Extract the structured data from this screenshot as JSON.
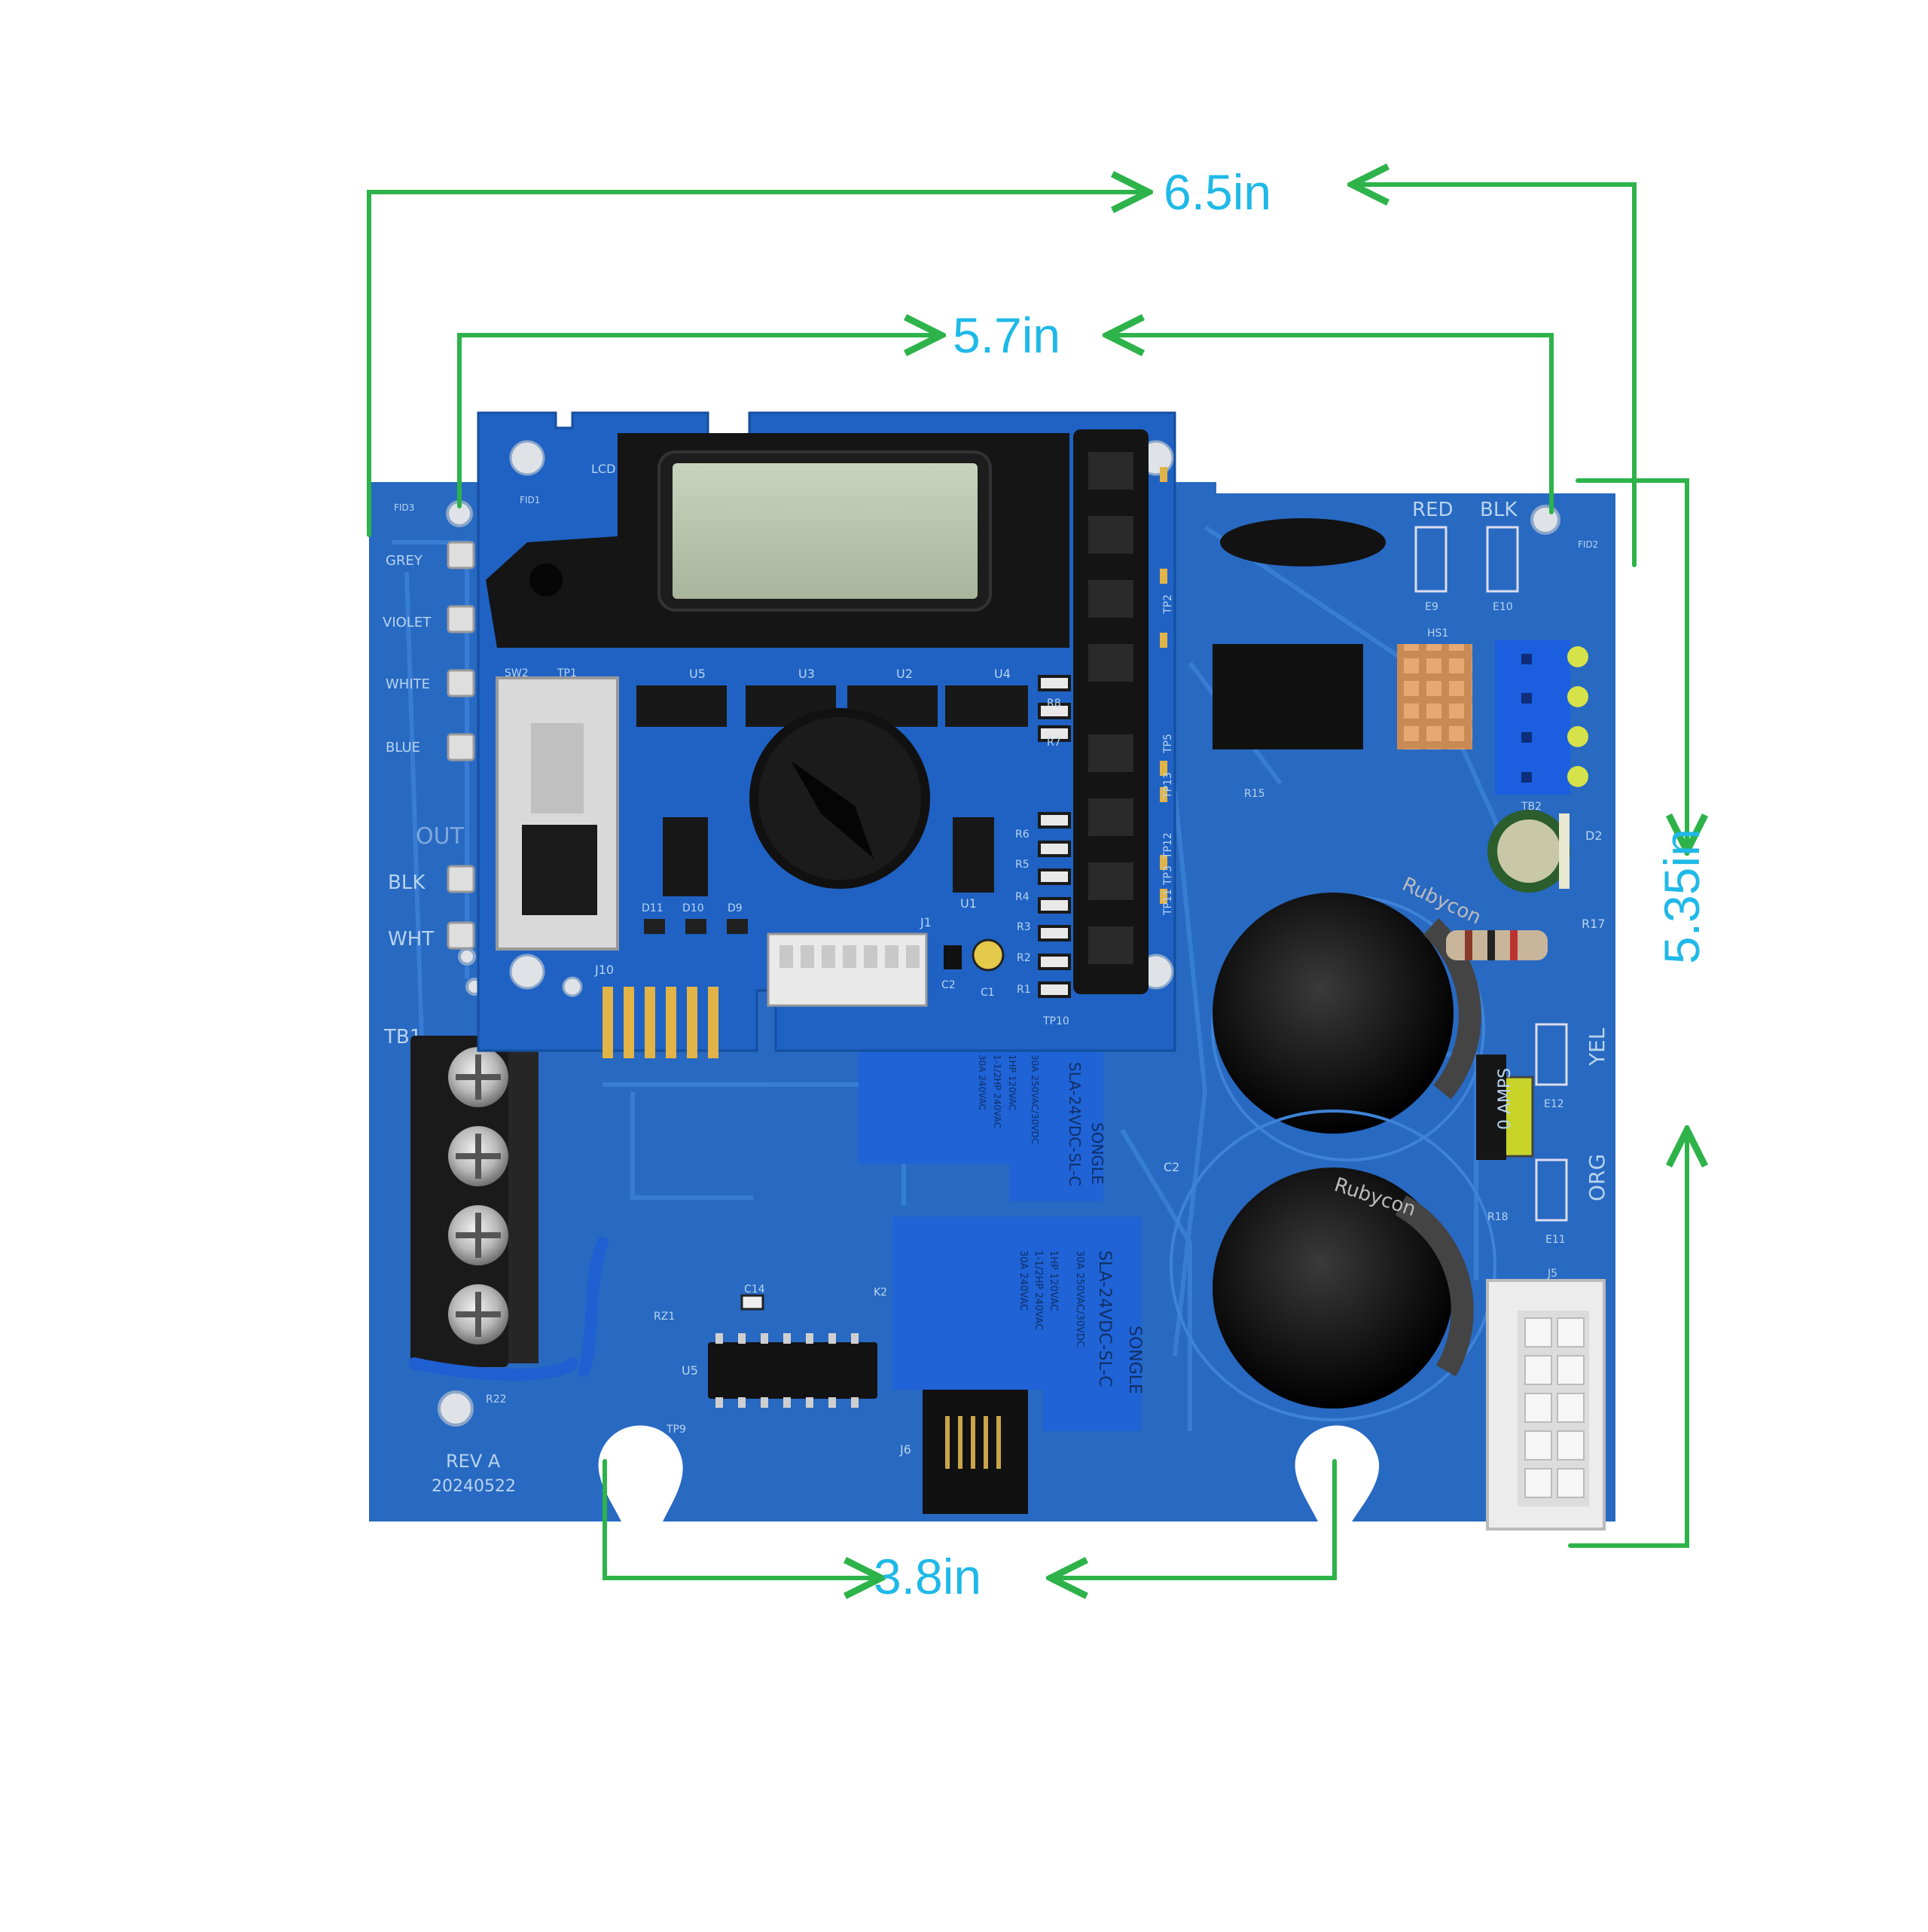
{
  "colors": {
    "dimension_line": "#2db34a",
    "dimension_text": "#1fb9e8",
    "pcb_blue": "#2769c4",
    "pcb_blue_dark": "#1c56a8",
    "pcb_blue_light": "#3d87dc"
  },
  "dimensions": {
    "top_outer": "6.5in",
    "top_inner": "5.7in",
    "right": "5.35in",
    "bottom": "3.8in"
  },
  "board": {
    "wire_labels": [
      "GREY",
      "VIOLET",
      "WHITE",
      "BLUE",
      "OUT",
      "BLK",
      "WHT"
    ],
    "rev_label": "REV A",
    "rev_date": "20240522",
    "test_points": [
      "TP1",
      "TP9",
      "TP10",
      "TP5",
      "TP13",
      "TP12",
      "TP11",
      "TP3",
      "TP2"
    ],
    "silkscreen": {
      "lcd": "LCD",
      "fid1": "FID1",
      "fid2": "FID2",
      "fid3": "FID3",
      "sw2": "SW2",
      "j10": "J10",
      "j1": "J1",
      "j5": "J5",
      "j6": "J6",
      "u1": "U1",
      "u2": "U2",
      "u3": "U3",
      "u4": "U4",
      "u5": "U5",
      "u5b": "U5",
      "c1": "C1",
      "c2": "C2",
      "c2b": "C2",
      "c14": "C14",
      "d9": "D9",
      "d10": "D10",
      "d11": "D11",
      "d2": "D2",
      "r1": "R1",
      "r2": "R2",
      "r3": "R3",
      "r4": "R4",
      "r5": "R5",
      "r6": "R6",
      "r7": "R7",
      "r8": "R8",
      "r15": "R15",
      "r17": "R17",
      "r18": "R18",
      "r22": "R22",
      "rz1": "RZ1",
      "hs1": "HS1",
      "tb1": "TB1",
      "tb2": "TB2",
      "k2": "K2",
      "e9": "E9",
      "e10": "E10",
      "e11": "E11",
      "e12": "E12",
      "red": "RED",
      "blk": "BLK",
      "yel": "YEL",
      "org": "ORG",
      "amps": "0 AMPS"
    },
    "relays": [
      {
        "brand": "SONGLE",
        "model": "SLA-24VDC-SL-C",
        "rating_lines": [
          "30A 250VAC/30VDC",
          "1HP 120VAC",
          "1-1/2HP 240VAC",
          "30A 240VAC"
        ]
      },
      {
        "brand": "SONGLE",
        "model": "SLA-24VDC-SL-C",
        "rating_lines": [
          "30A 250VAC/30VDC",
          "1HP 120VAC",
          "1-1/2HP 240VAC",
          "30A 240VAC"
        ]
      }
    ],
    "capacitor_brand": "Rubycon"
  }
}
